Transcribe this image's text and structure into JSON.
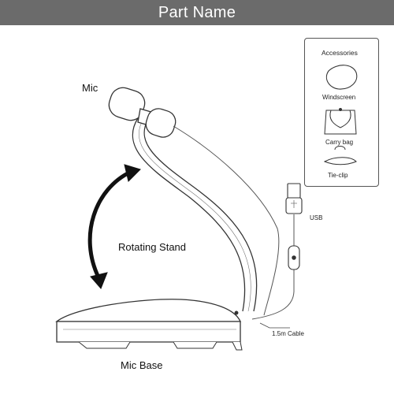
{
  "header": {
    "title": "Part Name"
  },
  "labels": {
    "mic": "Mic",
    "rotating_stand": "Rotating Stand",
    "mic_base": "Mic Base",
    "usb": "USB",
    "cable": "1.5m Cable"
  },
  "accessories": {
    "title": "Accessories",
    "items": [
      "Windscreen",
      "Carry bag",
      "Tie-clip"
    ]
  },
  "colors": {
    "header_bg": "#6b6b6b",
    "header_text": "#ffffff",
    "line": "#333333"
  }
}
